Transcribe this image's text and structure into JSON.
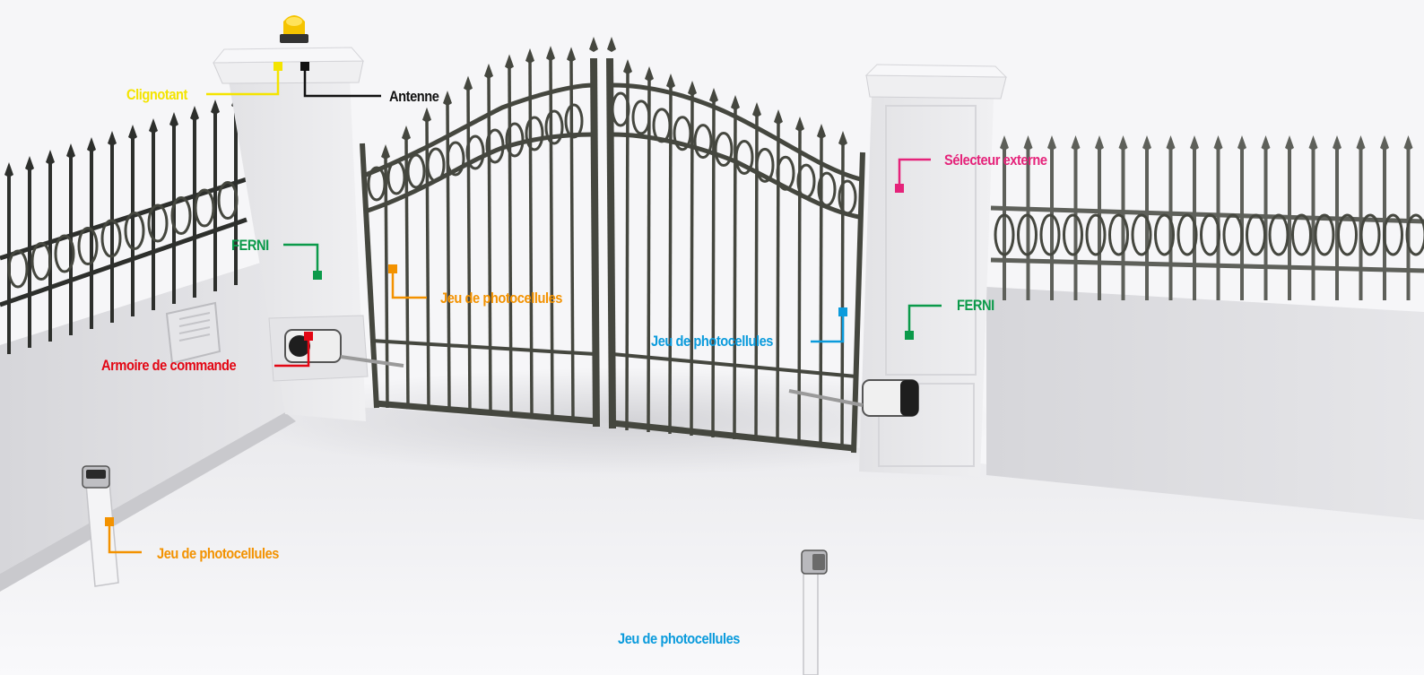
{
  "colors": {
    "clignotant": "#f4e400",
    "antenne": "#111111",
    "ferni": "#0b9a4a",
    "photocell_orange": "#f39200",
    "photocell_blue": "#0b9bdc",
    "armoire": "#e30613",
    "selecteur": "#e5237a"
  },
  "labels": {
    "clignotant": "Clignotant",
    "antenne": "Antenne",
    "selecteur": "Sélecteur externe",
    "ferni_left": "FERNI",
    "ferni_right": "FERNI",
    "photocell_gate_left": "Jeu de photocellules",
    "photocell_gate_right": "Jeu de photocellules",
    "armoire": "Armoire de commande",
    "photocell_post_left": "Jeu de photocellules",
    "photocell_post_bottom": "Jeu de photocellules"
  }
}
